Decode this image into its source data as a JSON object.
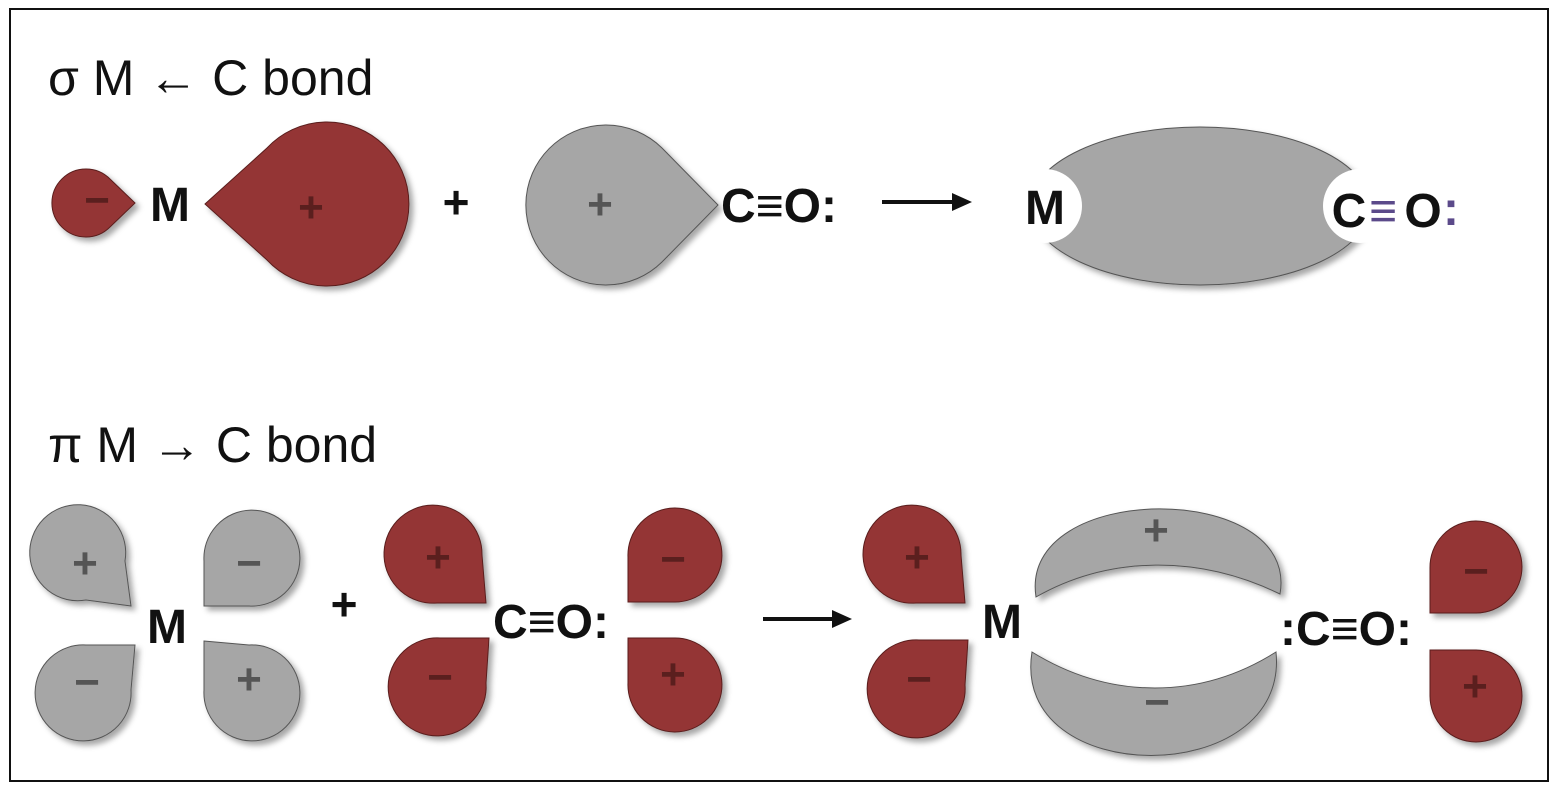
{
  "colors": {
    "red_lobe": "#943634",
    "grey_lobe": "#a6a6a6",
    "sign_on_red": "#5a1f1e",
    "sign_on_grey": "#555555",
    "lone_pair_accent": "#5b4a8a",
    "frame": "#111111"
  },
  "sigma_section": {
    "title": "σ M ← C bond",
    "metal_label": "M",
    "metal_small_lobe_sign": "−",
    "metal_large_lobe_sign": "+",
    "plus_operator": "+",
    "co_lobe_sign": "+",
    "co_label": "C≡O:",
    "product_metal_label": "M",
    "product_c_label": "C",
    "product_triple_bond": "≡",
    "product_o_label": "O",
    "product_colon": ":"
  },
  "pi_section": {
    "title": "π M → C bond",
    "metal_label": "M",
    "metal_lobe_signs": [
      "+",
      "−",
      "−",
      "+"
    ],
    "plus_operator": "+",
    "co_lobe_signs": [
      "+",
      "−",
      "−",
      "+"
    ],
    "co_label": "C≡O:",
    "product_metal_lobe_signs": [
      "+",
      "−"
    ],
    "product_metal_label": "M",
    "product_top_sign": "+",
    "product_bottom_sign": "−",
    "product_co_label": ":C≡O:",
    "product_co_lobe_signs": [
      "−",
      "+"
    ]
  }
}
